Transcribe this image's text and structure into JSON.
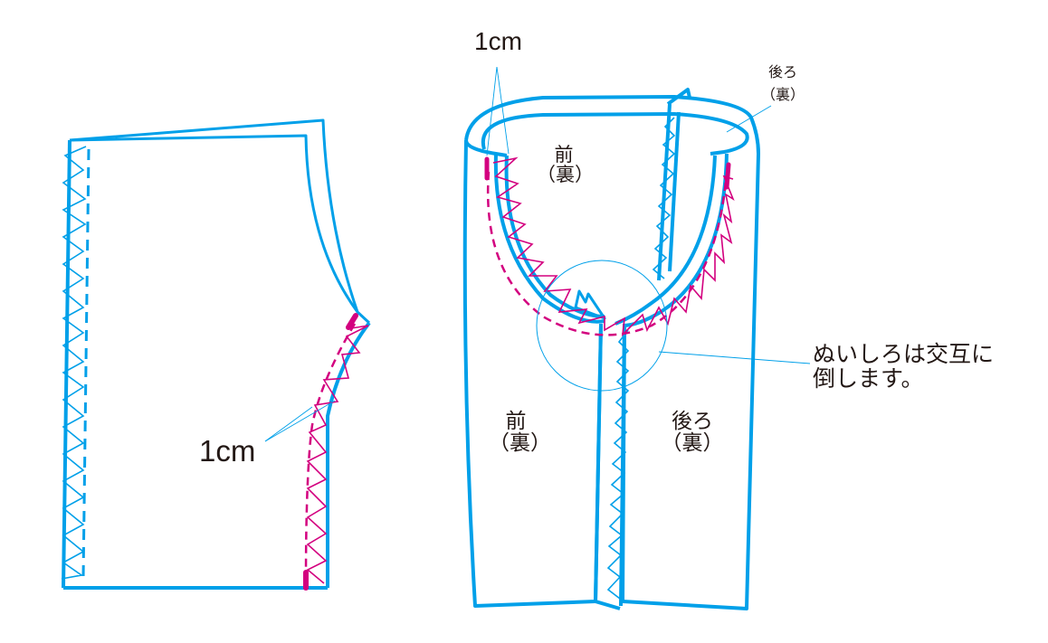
{
  "colors": {
    "outline": "#00a0e9",
    "zigzag_magenta": "#d3007f",
    "text": "#231815",
    "background": "#ffffff"
  },
  "left_figure": {
    "seam_allowance_label": "1cm"
  },
  "right_figure": {
    "seam_allowance_label": "1cm",
    "waist_front_label": {
      "line1": "前",
      "line2": "（裏）"
    },
    "waist_back_label": {
      "line1": "後ろ",
      "line2": "（裏）"
    },
    "leg_front_label": {
      "line1": "前",
      "line2": "（裏）"
    },
    "leg_back_label": {
      "line1": "後ろ",
      "line2": "（裏）"
    },
    "callout": {
      "line1": "ぬいしろは交互に",
      "line2": "倒します。"
    }
  }
}
